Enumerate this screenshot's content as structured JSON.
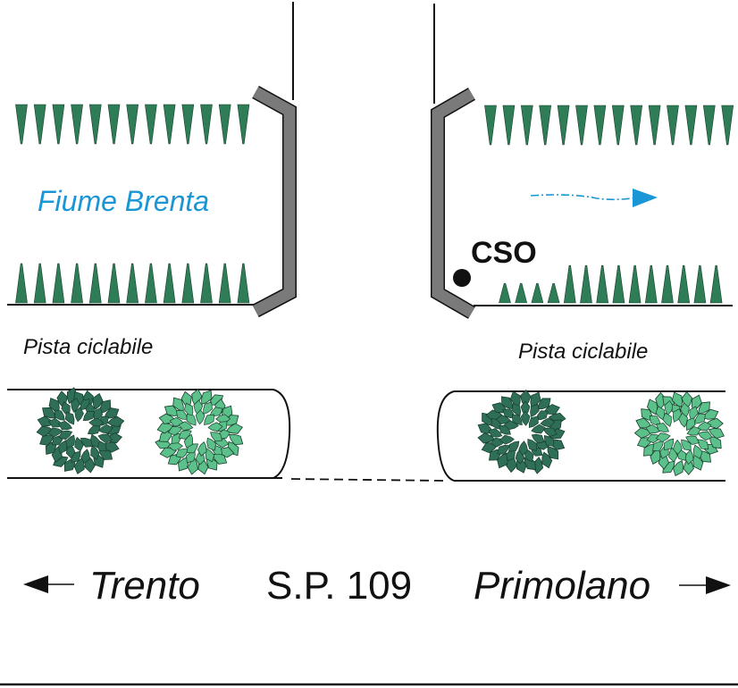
{
  "labels": {
    "river": "Fiume Brenta",
    "cso": "CSO",
    "bike_path_left": "Pista ciclabile",
    "bike_path_right": "Pista ciclabile",
    "town_left": "Trento",
    "road": "S.P. 109",
    "town_right": "Primolano"
  },
  "icons": {
    "left_arrow": "arrow-left-icon",
    "right_arrow": "arrow-right-icon",
    "flow_arrow": "flow-arrow-icon",
    "bush": "bush-icon",
    "grass_spike": "grass-spike-icon",
    "cso_point": "point-marker-icon"
  },
  "colors": {
    "river_text": "#1a95d6",
    "flow_arrow": "#1a95d6",
    "grass": "#2e7d57",
    "bush_dark": "#2f6f57",
    "bush_light": "#5cc08a",
    "wall": "#7a7a7a",
    "line": "#111111"
  }
}
